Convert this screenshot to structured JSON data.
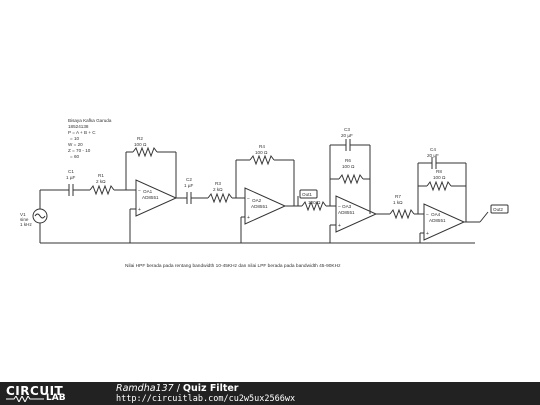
{
  "notes": {
    "lines": [
      "Bisaya Kafka Garuda",
      "18524138",
      "P = A + B + C",
      "= 10",
      "W = 20",
      "Z = 70 - 10",
      "= 60"
    ]
  },
  "components": {
    "V1": {
      "name": "V1",
      "line1": "sine",
      "line2": "1 kHz"
    },
    "C1": {
      "name": "C1",
      "value": "1 µF"
    },
    "R1": {
      "name": "R1",
      "value": "2 kΩ"
    },
    "R2": {
      "name": "R2",
      "value": "100 Ω"
    },
    "OA1": {
      "name": "OA1",
      "model": "AD8551"
    },
    "C2": {
      "name": "C2",
      "value": "1 µF"
    },
    "R3": {
      "name": "R3",
      "value": "2 kΩ"
    },
    "R4": {
      "name": "R4",
      "value": "100 Ω"
    },
    "OA2": {
      "name": "OA2",
      "model": "AD8551"
    },
    "R5": {
      "name": "R5",
      "value": "100 Ω"
    },
    "C3": {
      "name": "C3",
      "value": "20 µF"
    },
    "R6": {
      "name": "R6",
      "value": "100 Ω"
    },
    "OA3": {
      "name": "OA3",
      "model": "AD8551"
    },
    "R7": {
      "name": "R7",
      "value": "1 kΩ"
    },
    "C4": {
      "name": "C4",
      "value": "20 µF"
    },
    "R8": {
      "name": "R8",
      "value": "100 Ω"
    },
    "OA4": {
      "name": "OA4",
      "model": "AD8551"
    }
  },
  "labels": {
    "out1": "Out1",
    "out2": "Out2"
  },
  "caption": "Nilai HPF berada pada rentang bandwidth 10-45KHz dan nilai LPF berada pada bandwidth 45-90KHz",
  "footer": {
    "logo_top": "CIRCUIT",
    "logo_bottom": "LAB",
    "author": "Ramdha137",
    "separator": "/",
    "title": "Quiz Filter",
    "url": "http://circuitlab.com/cu2w5ux2566wx"
  }
}
